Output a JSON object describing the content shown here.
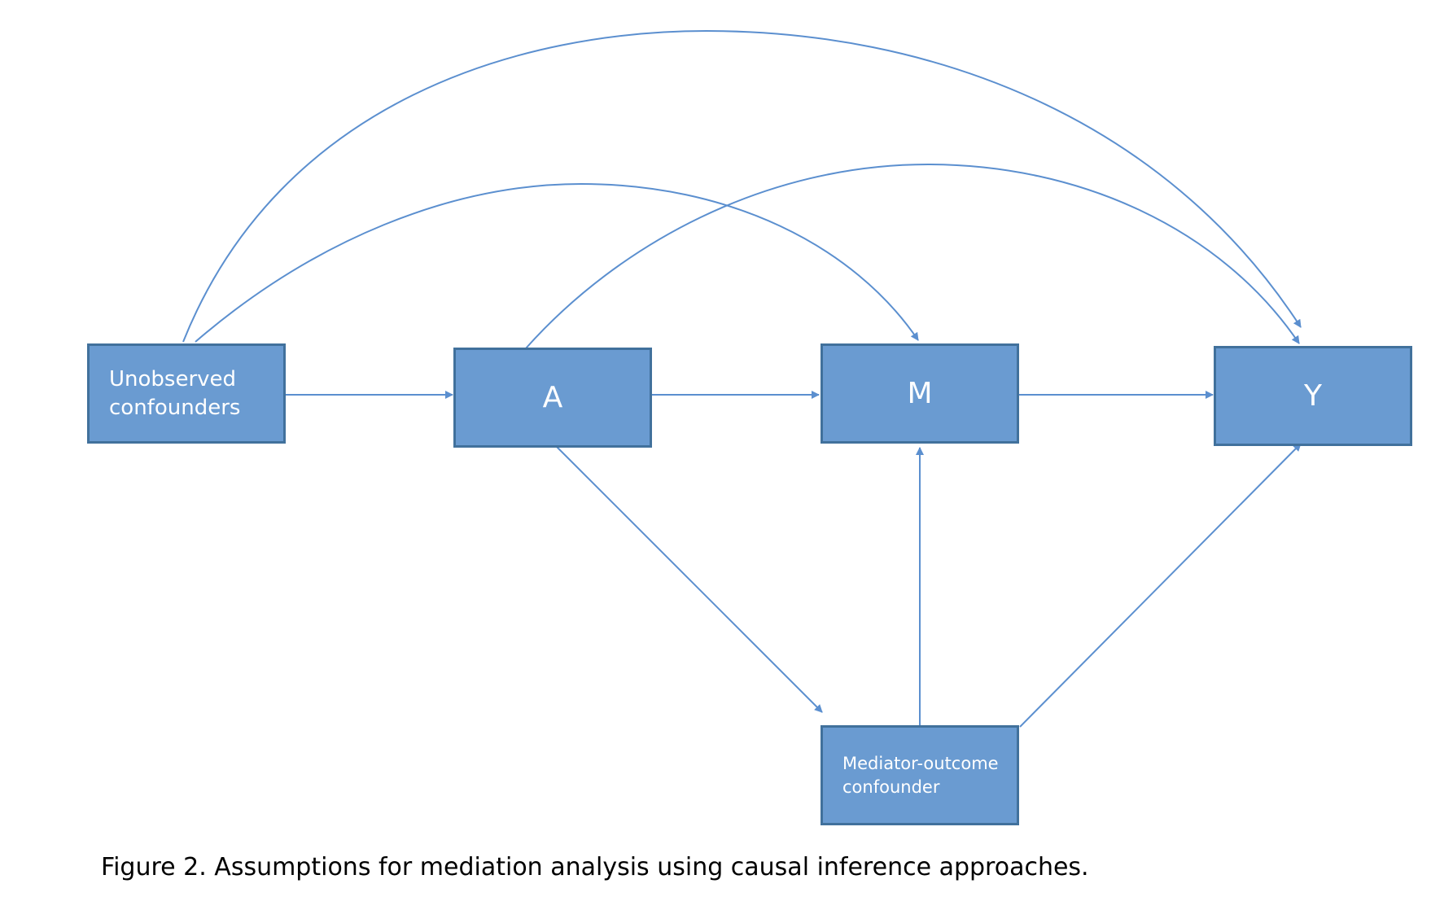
{
  "diagram": {
    "nodes": {
      "unobserved_confounders": "Unobserved\nconfounders",
      "a": "A",
      "m": "M",
      "y": "Y",
      "mediator_outcome_confounder": "Mediator-outcome\nconfounder"
    },
    "edges": [
      {
        "from": "Unobserved confounders",
        "to": "A"
      },
      {
        "from": "Unobserved confounders",
        "to": "M"
      },
      {
        "from": "Unobserved confounders",
        "to": "Y"
      },
      {
        "from": "A",
        "to": "M"
      },
      {
        "from": "A",
        "to": "Y"
      },
      {
        "from": "A",
        "to": "Mediator-outcome confounder"
      },
      {
        "from": "M",
        "to": "Y"
      },
      {
        "from": "Mediator-outcome confounder",
        "to": "M"
      },
      {
        "from": "Mediator-outcome confounder",
        "to": "Y"
      }
    ],
    "colors": {
      "node_fill": "#6a9bd1",
      "node_border": "#41719c",
      "edge": "#5b8fcf",
      "node_text": "#ffffff"
    }
  },
  "caption": "Figure 2. Assumptions for mediation analysis using causal inference approaches."
}
